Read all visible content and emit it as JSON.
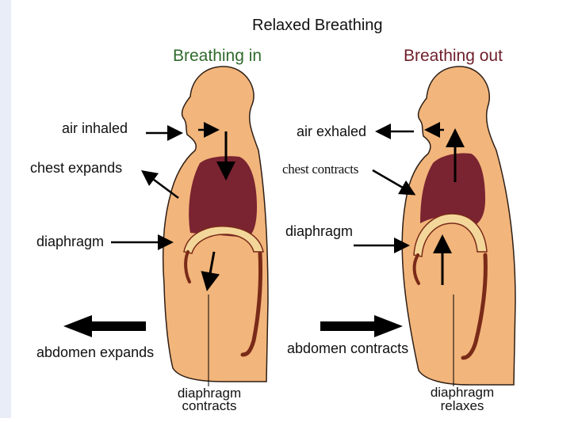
{
  "title": "Relaxed Breathing",
  "panel_left": {
    "heading": "Breathing in",
    "air_label": "air inhaled",
    "chest_label": "chest expands",
    "diaphragm_label": "diaphragm",
    "abdomen_label": "abdomen expands",
    "bottom_label_line1": "diaphragm",
    "bottom_label_line2": "contracts"
  },
  "panel_right": {
    "heading": "Breathing out",
    "air_label": "air exhaled",
    "chest_label": "chest contracts",
    "diaphragm_label": "diaphragm",
    "abdomen_label": "abdomen contracts",
    "bottom_label_line1": "diaphragm",
    "bottom_label_line2": "relaxes"
  },
  "colors": {
    "body_fill": "#F2B57B",
    "body_stroke": "#2E1F16",
    "lung_fill": "#7A2331",
    "diaphragm_fill": "#F3D79A",
    "diaphragm_edge": "#7A2A18",
    "heading_in": "#2F6A2C",
    "heading_out": "#6E1F2A",
    "backdrop": "#E9EDF7"
  }
}
